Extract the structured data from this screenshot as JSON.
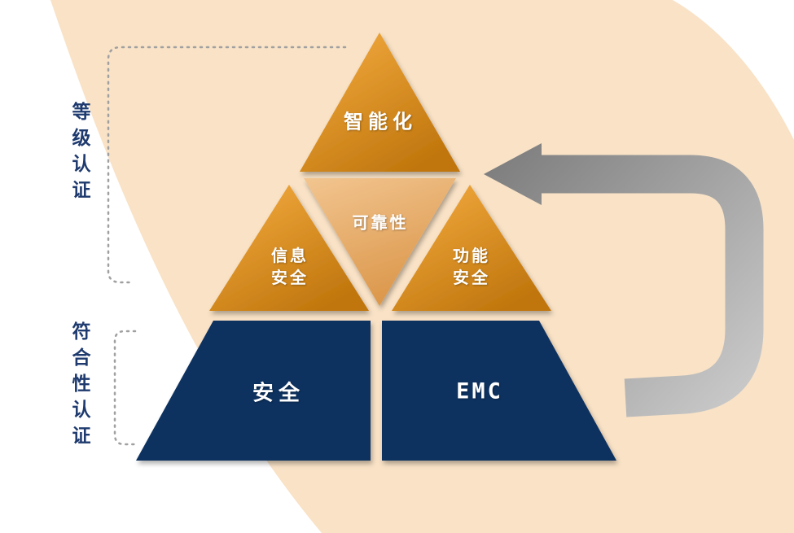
{
  "diagram": {
    "pyramid": {
      "top": {
        "label": "智能化"
      },
      "middle_left": {
        "line1": "信息",
        "line2": "安全"
      },
      "middle_center": {
        "label": "可靠性"
      },
      "middle_right": {
        "line1": "功能",
        "line2": "安全"
      },
      "bottom_left": {
        "label": "安全"
      },
      "bottom_right": {
        "label": "EMC"
      }
    },
    "side_labels": {
      "grade": {
        "label": "等级认证"
      },
      "conformity": {
        "label": "符合性认证"
      }
    }
  },
  "colors": {
    "swoosh": "#f9e2c6",
    "orange_light": "#f6ad41",
    "orange_dark": "#c0760d",
    "tan_light": "#f2c громад",
    "navy": "#0f3061",
    "label_navy": "#1e3a6e",
    "dotted_gray": "#a0a0a0",
    "arrow_dark": "#7f7f7f",
    "arrow_light": "#cfcfcf",
    "white": "#ffffff",
    "tan_top": "#f2c590",
    "tan_bottom": "#dc984c"
  }
}
